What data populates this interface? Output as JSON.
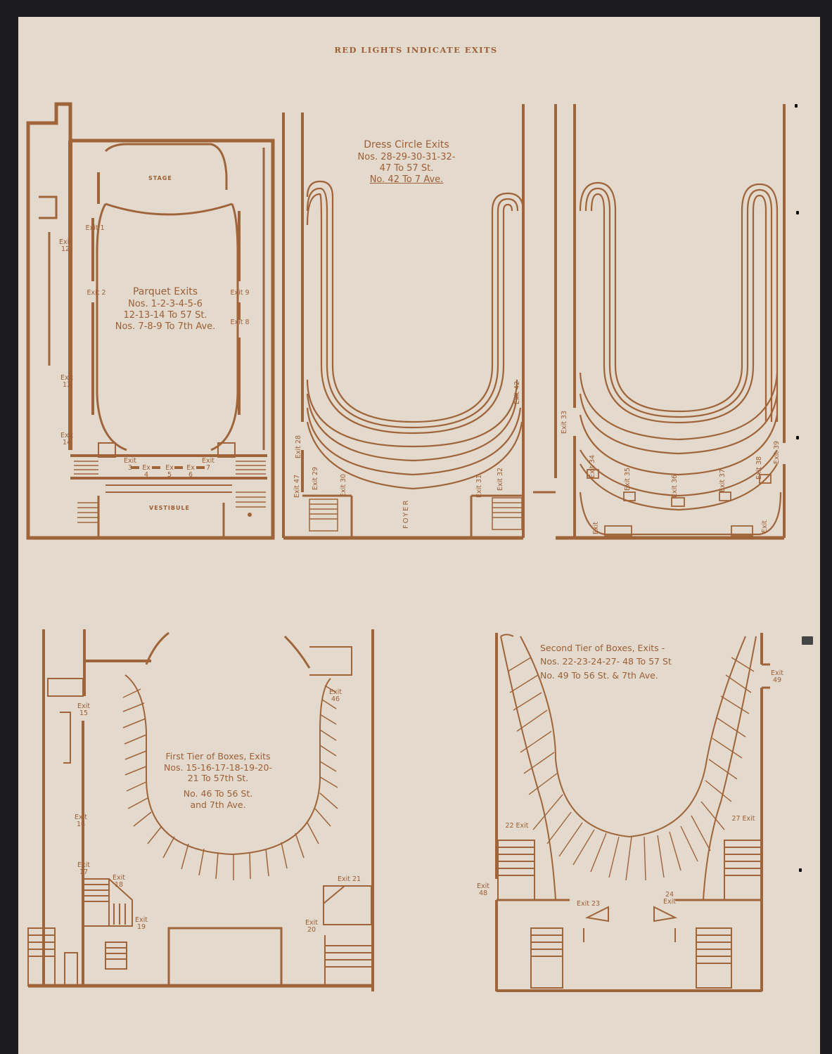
{
  "header": {
    "title": "RED LIGHTS INDICATE EXITS"
  },
  "colors": {
    "ink": "#a0643a",
    "paper": "#e3d9cc",
    "backdrop": "#1c1c1e"
  },
  "parquet": {
    "caption": [
      "Parquet Exits",
      "Nos. 1-2-3-4-5-6",
      "12-13-14 To 57 St.",
      "Nos. 7-8-9 To 7th Ave."
    ],
    "rooms": {
      "stage": "STAGE",
      "vestibule": "VESTIBULE"
    },
    "exits": {
      "e1": "Exit 1",
      "e2": "Exit 2",
      "e3": "Exit 3",
      "e4": "Ex 4",
      "e5": "Ex 5",
      "e6": "Ex 6",
      "e7": "Exit 7",
      "e8": "Exit 8",
      "e9": "Exit 9",
      "e12": "Exit 12",
      "e13": "Exit 13",
      "e14": "Exit 14"
    }
  },
  "dress_circle": {
    "caption": [
      "Dress Circle Exits",
      "Nos. 28-29-30-31-32-",
      "47 To 57 St.",
      "No. 42 To 7 Ave."
    ],
    "rooms": {
      "foyer": "FOYER"
    },
    "exits": {
      "e28": "Exit 28",
      "e29": "Exit 29",
      "e30": "Exit 30",
      "e31": "Exit 31",
      "e32": "Exit 32",
      "e42": "Exit 42",
      "e47": "Exit 47"
    }
  },
  "balcony": {
    "exits": {
      "e33": "Exit 33",
      "e34": "Exit 34",
      "e35": "Exit 35",
      "e36": "Exit 36",
      "e37": "Exit 37",
      "e38": "Exit 38",
      "e39": "Exit 39",
      "left": "Exit",
      "right": "Exit"
    }
  },
  "first_tier": {
    "caption": [
      "First Tier of Boxes, Exits",
      "Nos. 15-16-17-18-19-20-",
      "21 To 57th St.",
      "No. 46 To 56 St.",
      "and 7th Ave."
    ],
    "exits": {
      "e15": "Exit 15",
      "e16": "Exit 16",
      "e17": "Exit 17",
      "e18": "Exit 18",
      "e19": "Exit 19",
      "e20": "Exit 20",
      "e21": "Exit 21",
      "e46": "Exit 46"
    }
  },
  "second_tier": {
    "caption": [
      "Second Tier of Boxes, Exits -",
      "Nos. 22-23-24-27- 48 To 57 St",
      "No. 49 To 56 St. & 7th Ave."
    ],
    "exits": {
      "e22": "22 Exit",
      "e23": "Exit 23",
      "e24": "24 Exit",
      "e27": "27 Exit",
      "e48": "Exit 48",
      "e49": "Exit 49"
    }
  }
}
